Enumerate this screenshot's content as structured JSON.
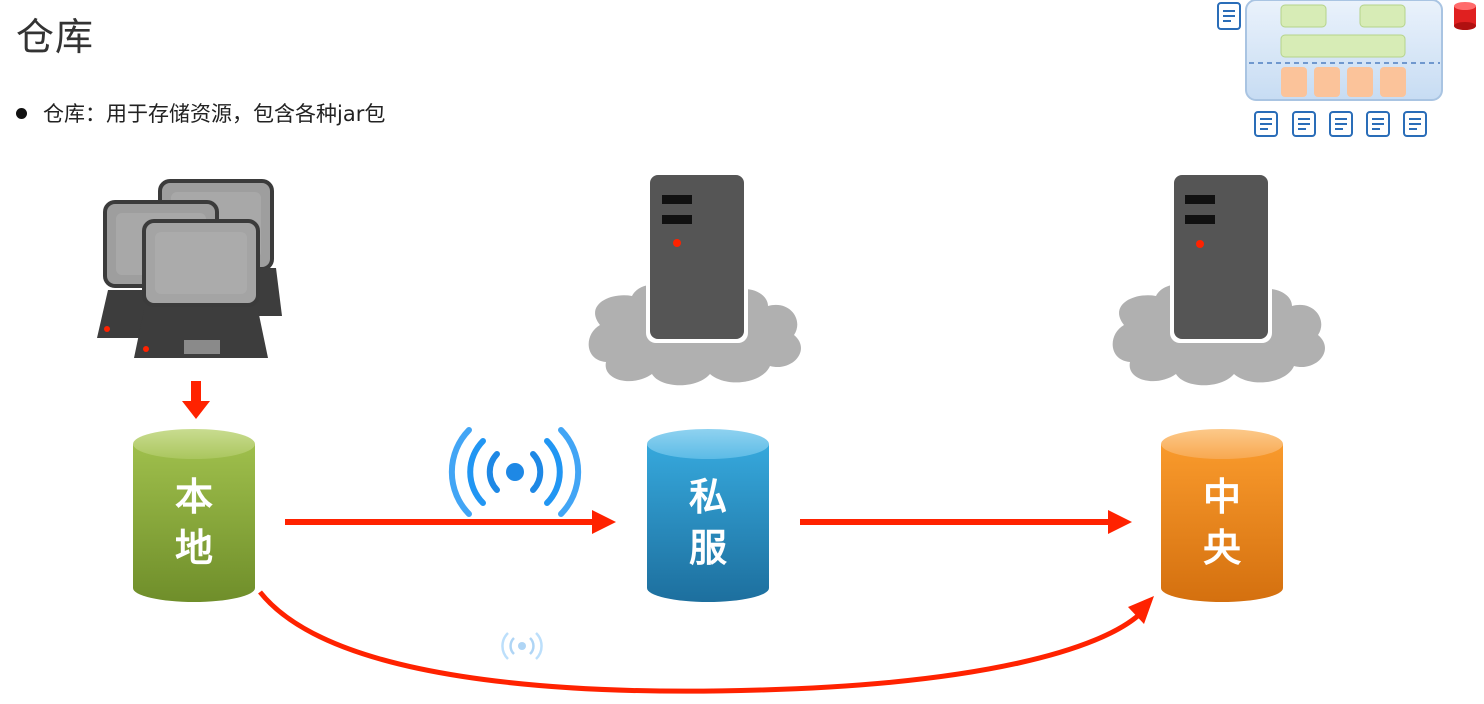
{
  "slide": {
    "title": "仓库",
    "bullet": "仓库：用于存储资源，包含各种jar包"
  },
  "repositories": {
    "local": {
      "label_1": "本",
      "label_2": "地",
      "color": "#8aaa3c"
    },
    "private": {
      "label_1": "私",
      "label_2": "服",
      "color": "#2b92c4"
    },
    "central": {
      "label_1": "中",
      "label_2": "央",
      "color": "#f08a22"
    }
  },
  "colors": {
    "arrow": "#ff2200",
    "server": "#555555",
    "cloud": "#b0b0b0",
    "signal": "#1e88e5"
  },
  "icons": {
    "computers": "computers-icon",
    "private_server": "server-icon",
    "central_server": "server-icon",
    "wireless": "wireless-signal-icon",
    "thumbnail": "repository-structure-icon"
  }
}
